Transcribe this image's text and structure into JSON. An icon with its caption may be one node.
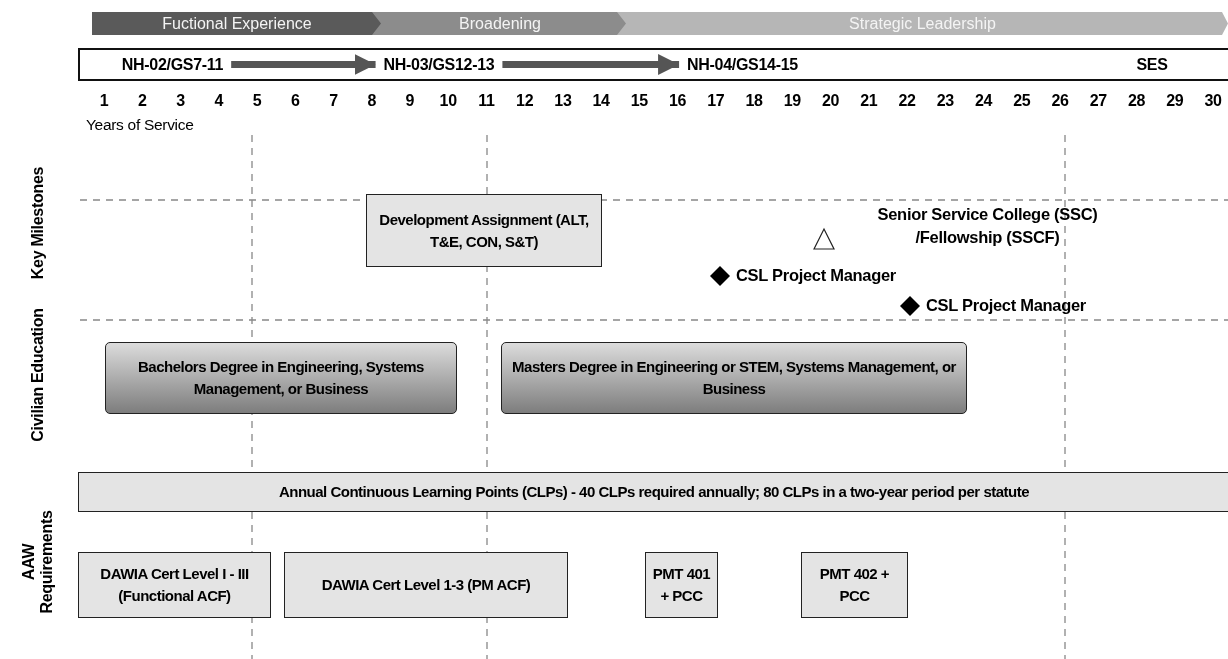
{
  "diagram": {
    "nodes": [
      {
        "text": [
          "Fuctional Experience"
        ]
      },
      {
        "text": [
          "Broadening"
        ]
      },
      {
        "text": [
          "Strategic Leadership"
        ]
      },
      {
        "text": [],
        "shape": "box"
      },
      {
        "text": [
          "NH-02/GS7-11"
        ],
        "in": 3
      },
      {
        "text": [
          "NH-03/GS12-13"
        ],
        "in": 3
      },
      {
        "text": [
          "NH-04/GS14-15"
        ],
        "in": 3
      },
      {
        "text": [
          "SES"
        ],
        "in": 3
      },
      {
        "text": [
          "Development Assignment (ALT, T&E, CON, S&T)"
        ]
      },
      {
        "text": [
          "Senior Service College (SSC) /Fellowship (SSCF)"
        ]
      },
      {
        "text": [
          "CSL Project Manager"
        ]
      },
      {
        "text": [
          "CSL Project Manager"
        ]
      },
      {
        "text": [
          "Bachelors Degree in Engineering, Systems Management, or Business"
        ]
      },
      {
        "text": [
          "Masters Degree in Engineering or STEM, Systems Management, or Business"
        ]
      },
      {
        "text": [
          "Annual Continuous Learning Points (CLPs) - 40 CLPs required annually; 80 CLPs in a two-year period per statute"
        ]
      },
      {
        "text": [
          "DAWIA Cert Level I - III (Functional ACF)"
        ]
      },
      {
        "text": [
          "DAWIA Cert Level 1-3 (PM ACF)"
        ]
      },
      {
        "text": [
          "PMT 401 + PCC"
        ]
      },
      {
        "text": [
          "PMT 402 + PCC"
        ]
      }
    ],
    "edges": [
      {
        "from": 4,
        "to": 5,
        "arrow": "to"
      },
      {
        "from": 5,
        "to": 6,
        "arrow": "to"
      }
    ],
    "labels": [
      "1",
      "2",
      "3",
      "4",
      "5",
      "6",
      "7",
      "8",
      "9",
      "10",
      "11",
      "12",
      "13",
      "14",
      "15",
      "16",
      "17",
      "18",
      "19",
      "20",
      "21",
      "22",
      "23",
      "24",
      "25",
      "26",
      "27",
      "28",
      "29",
      "30",
      "Years of Service",
      "Key Milestones",
      "Civilian Education",
      "AAW Requirements"
    ]
  }
}
